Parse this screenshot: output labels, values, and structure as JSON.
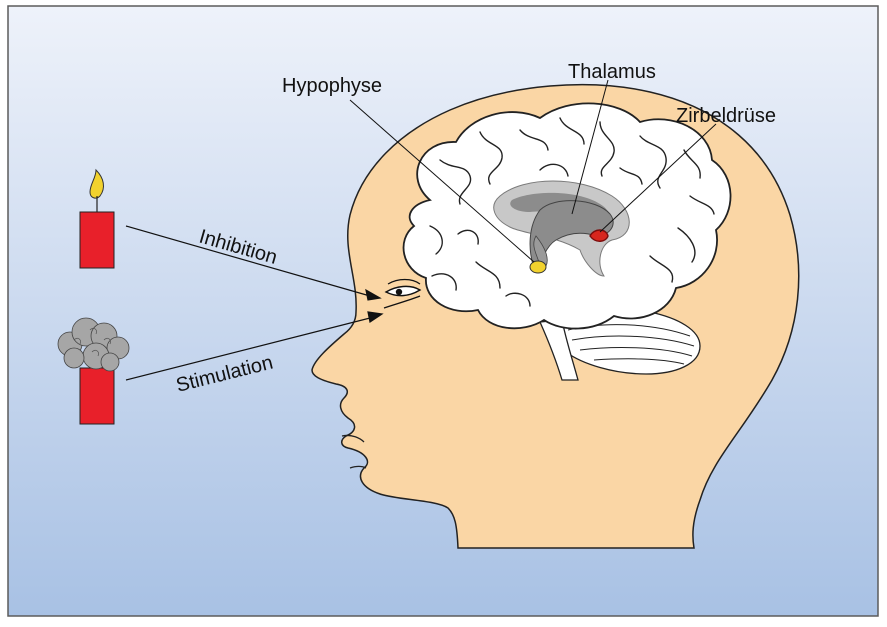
{
  "labels": {
    "hypophyse": "Hypophyse",
    "thalamus": "Thalamus",
    "zirbeldruese": "Zirbeldrüse",
    "inhibition": "Inhibition",
    "stimulation": "Stimulation"
  },
  "colors": {
    "background_top": "#eef2fa",
    "background_bottom": "#a8c1e4",
    "frame": "#5b5b5b",
    "skin": "#fad6a5",
    "brain": "#ffffff",
    "brain_inner": "#c8c8c8",
    "brain_dark": "#8c8c8c",
    "candle": "#e8202a",
    "flame": "#f2d22e",
    "smoke": "#a6a6a6",
    "pituitary": "#f2d22e",
    "pineal": "#d7261e",
    "line": "#111111"
  }
}
